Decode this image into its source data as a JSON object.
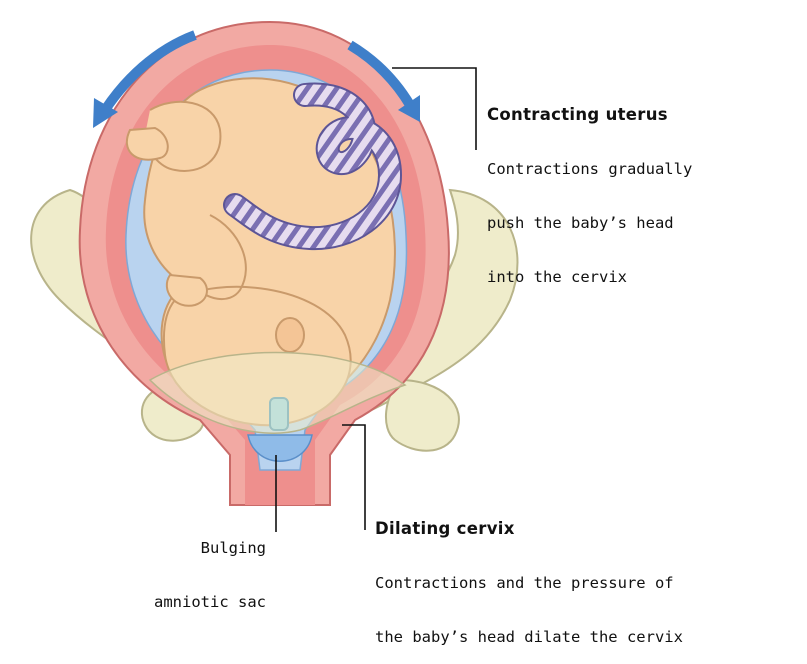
{
  "labels": {
    "contracting_uterus": {
      "title": "Contracting uterus",
      "lines": [
        "Contractions gradually",
        "push the baby’s head",
        "into the cervix"
      ]
    },
    "dilating_cervix": {
      "title": "Dilating cervix",
      "lines": [
        "Contractions and the pressure of",
        "the baby’s head dilate the cervix"
      ]
    },
    "bulging_sac": {
      "lines": [
        "Bulging",
        "amniotic sac"
      ]
    }
  },
  "colors": {
    "pelvis": "#efeccb",
    "pelvis_stroke": "#b8b48a",
    "uterus_wall": "#f2a9a3",
    "uterus_inner": "#ee8f8d",
    "amniotic_fluid": "#b9d3ef",
    "baby_skin": "#f8d3a8",
    "baby_stroke": "#c99a6b",
    "cord_stripe": "#6d63a7",
    "cord_base": "#e6dcef",
    "arrow": "#3f7fc9",
    "leader_line": "#111111"
  }
}
